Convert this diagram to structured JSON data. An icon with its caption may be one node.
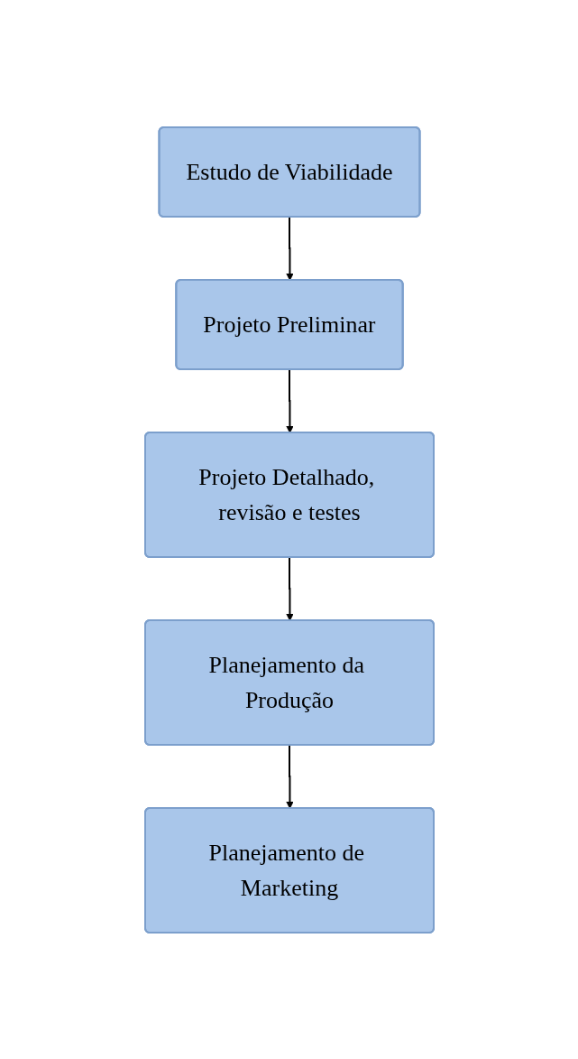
{
  "diagram": {
    "nodes": [
      {
        "text": [
          "Estudo de Viabilidade"
        ]
      },
      {
        "text": [
          "Projeto Preliminar"
        ]
      },
      {
        "text": [
          "Projeto Detalhado, revisão e testes"
        ]
      },
      {
        "text": [
          "Planejamento da Produção"
        ]
      },
      {
        "text": [
          "Planejamento de Marketing"
        ]
      }
    ],
    "edges": [
      {
        "from": 0,
        "to": 1,
        "arrow": "to"
      },
      {
        "from": 1,
        "to": 2,
        "arrow": "to"
      },
      {
        "from": 2,
        "to": 3,
        "arrow": "to"
      },
      {
        "from": 3,
        "to": 4,
        "arrow": "to"
      }
    ]
  }
}
